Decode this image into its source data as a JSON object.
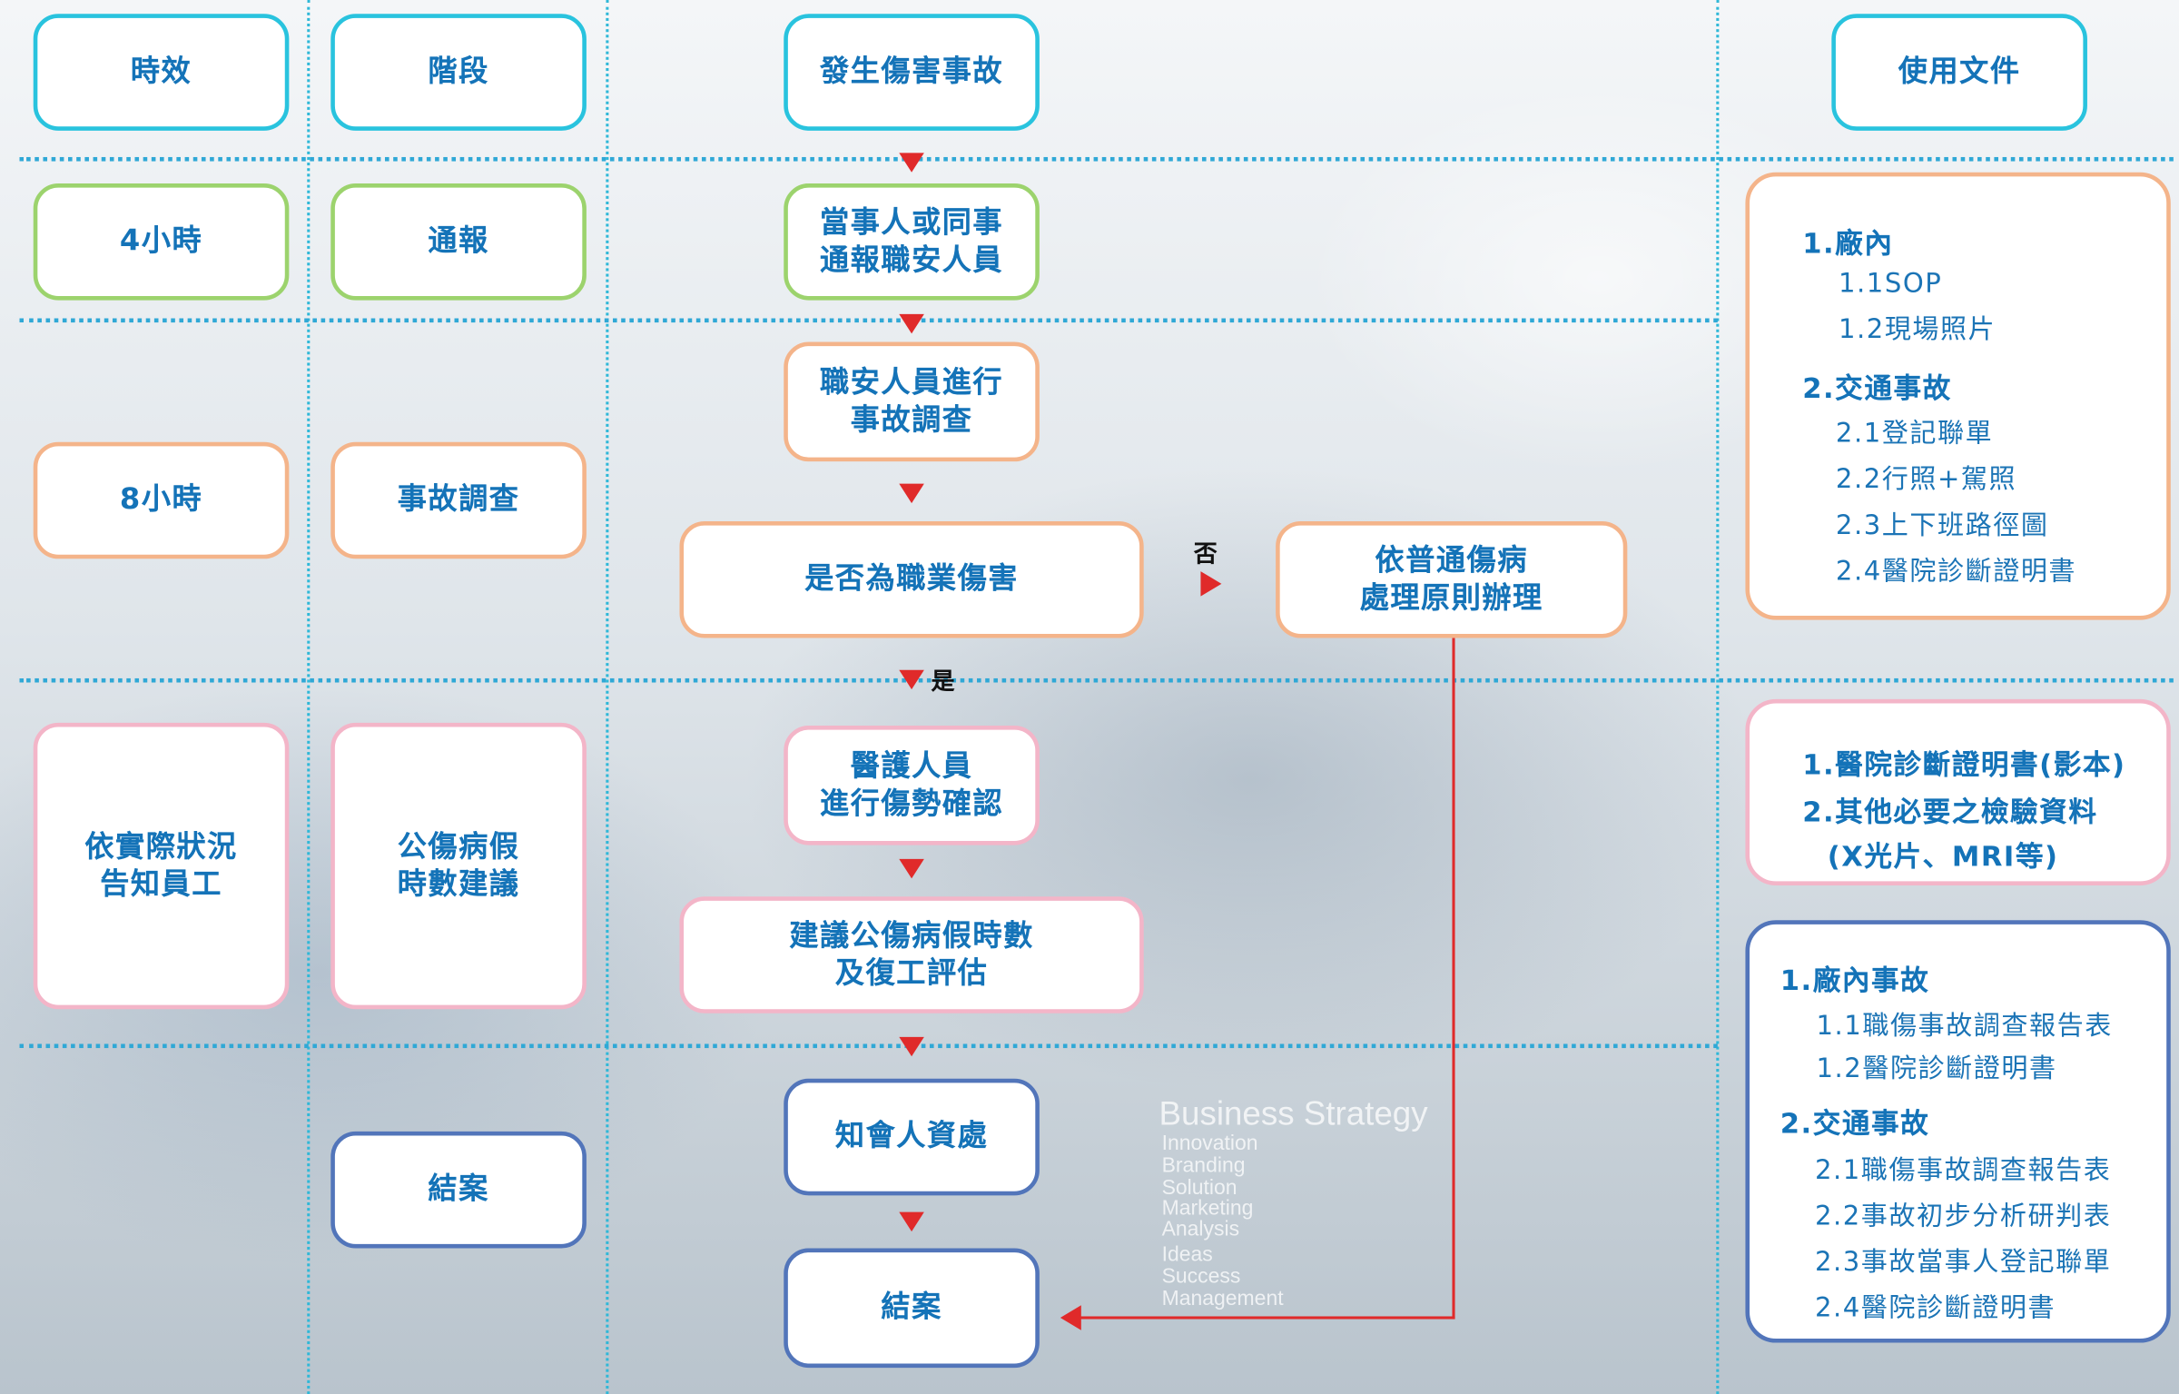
{
  "headers": {
    "time": "時效",
    "stage": "階段",
    "start": "發生傷害事故",
    "docs": "使用文件"
  },
  "rows": [
    {
      "time": "4小時",
      "stage": "通報"
    },
    {
      "time": "8小時",
      "stage": "事故調查"
    },
    {
      "time": "依實際狀況\n告知員工",
      "stage": "公傷病假\n時數建議"
    },
    {
      "time": "",
      "stage": "結案"
    }
  ],
  "flow": {
    "report": "當事人或同事\n通報職安人員",
    "investigate": "職安人員進行\n事故調查",
    "decision": "是否為職業傷害",
    "no_label": "否",
    "yes_label": "是",
    "general": "依普通傷病\n處理原則辦理",
    "medical": "醫護人員\n進行傷勢確認",
    "suggest": "建議公傷病假時數\n及復工評估",
    "hr": "知會人資處",
    "close": "結案"
  },
  "docs": {
    "box1": {
      "h1": "1.廠內",
      "i1": [
        "1.1SOP",
        "1.2現場照片"
      ],
      "h2": "2.交通事故",
      "i2": [
        "2.1登記聯單",
        "2.2行照+駕照",
        "2.3上下班路徑圖",
        "2.4醫院診斷證明書"
      ]
    },
    "box2": [
      "1.醫院診斷證明書(影本)",
      "2.其他必要之檢驗資料",
      "(X光片、MRI等)"
    ],
    "box3": {
      "h1": "1.廠內事故",
      "i1": [
        "1.1職傷事故調查報告表",
        "1.2醫院診斷證明書"
      ],
      "h2": "2.交通事故",
      "i2": [
        "2.1職傷事故調查報告表",
        "2.2事故初步分析研判表",
        "2.3事故當事人登記聯單",
        "2.4醫院診斷證明書"
      ]
    }
  },
  "background_text": {
    "title": "Business Strategy",
    "words": [
      "Innovation",
      "Branding",
      "Solution",
      "Marketing",
      "Analysis",
      "Ideas",
      "Success",
      "Management"
    ]
  },
  "colors": {
    "cyan": "#29c3de",
    "green": "#9cd36d",
    "orange": "#f4b48a",
    "pink": "#f3b5c8",
    "navy": "#5275ba",
    "text": "#1473b8",
    "arrow": "#e02a2a"
  }
}
